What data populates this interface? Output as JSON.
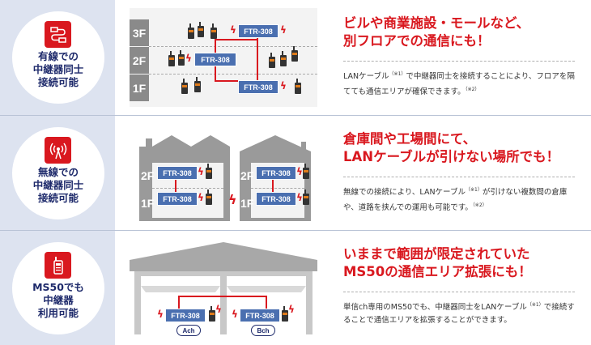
{
  "rows": [
    {
      "label_lines": [
        "有線での",
        "中継器同士",
        "接続可能"
      ],
      "icon": "lan-cable-icon",
      "title_lines": [
        "ビルや商業施設・モールなど、",
        "別フロアでの通信にも！"
      ],
      "desc_parts": [
        "LANケーブル",
        "（※1）",
        "で中継器同士を接続することにより、フロアを隔てても通信エリアが確保できます。",
        "（※2）"
      ],
      "illus": {
        "floors": [
          "3F",
          "2F",
          "1F"
        ],
        "repeaters": [
          "FTR-308",
          "FTR-308",
          "FTR-308"
        ]
      }
    },
    {
      "label_lines": [
        "無線での",
        "中継器同士",
        "接続可能"
      ],
      "icon": "wireless-signal-icon",
      "title_lines": [
        "倉庫間や工場間にて、",
        "LANケーブルが引けない場所でも！"
      ],
      "desc_parts": [
        "無線での接続により、LANケーブル",
        "（※1）",
        "が引けない複数間の倉庫や、道路を挟んでの運用も可能です。",
        "（※2）"
      ],
      "illus": {
        "floors_a": [
          "2F",
          "1F"
        ],
        "floors_b": [
          "2F",
          "1F"
        ],
        "repeaters": [
          "FTR-308",
          "FTR-308",
          "FTR-308",
          "FTR-308"
        ]
      }
    },
    {
      "label_lines": [
        "MS50でも",
        "中継器",
        "利用可能"
      ],
      "icon": "handheld-radio-icon",
      "title_lines": [
        "いままで範囲が限定されていた",
        "MS50の通信エリア拡張にも！"
      ],
      "desc_parts": [
        "単信ch専用のMS50でも、中継器同士をLANケーブル",
        "（※1）",
        "で接続することで通信エリアを拡張することができます。",
        ""
      ],
      "illus": {
        "repeaters": [
          "FTR-308",
          "FTR-308"
        ],
        "channels": [
          "Ach",
          "Bch"
        ]
      }
    }
  ],
  "colors": {
    "accent": "#d9181f",
    "navy": "#1e2a6b",
    "repeater": "#4a6fb0",
    "panel": "#dde3f0"
  }
}
